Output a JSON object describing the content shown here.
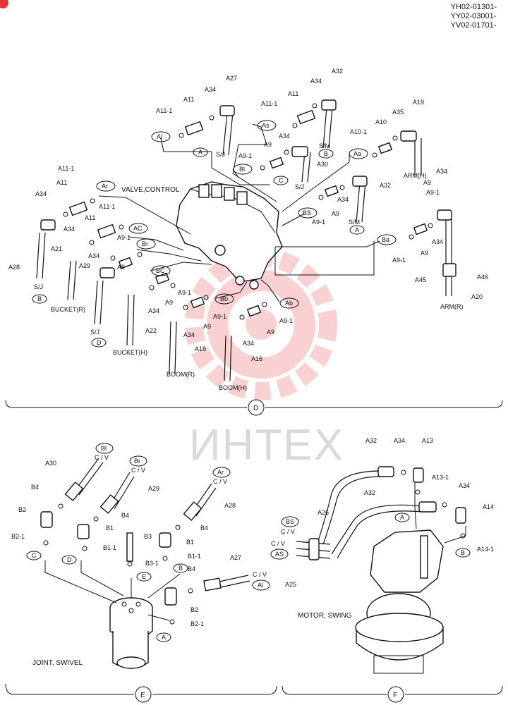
{
  "doc_codes": [
    "YH02-01301-",
    "YY02-03001-",
    "YV02-01701-"
  ],
  "watermark": "ИНТЕХ",
  "brand_color": "#e8323a",
  "panels": {
    "D": {
      "title": "VALVE,CONTROL",
      "circled": "D",
      "part_labels": [
        "A27",
        "A34",
        "A11",
        "A11-1",
        "A32",
        "A34",
        "A11",
        "A11-1",
        "A19",
        "A35",
        "A10",
        "A10-1",
        "A34",
        "A9",
        "A9-1",
        "A30",
        "A32",
        "A34",
        "A9",
        "A9-1",
        "A11-1",
        "A11",
        "A34",
        "A34",
        "A11",
        "A11-1",
        "A9-1",
        "A28",
        "A21",
        "A34",
        "A29",
        "A9",
        "A9",
        "A34",
        "A9-1",
        "A22",
        "A34",
        "A9",
        "A9-1",
        "A34",
        "A9",
        "A9-1",
        "A18",
        "A16",
        "A34",
        "A9",
        "A9-1",
        "A34",
        "A9",
        "A9-1",
        "A45",
        "A46",
        "A20"
      ],
      "port_tags": [
        "Al",
        "As",
        "Bl",
        "Aa",
        "Ar",
        "AC",
        "Br",
        "BC",
        "Bb",
        "Ab",
        "BS",
        "Ba"
      ],
      "ref_tags": [
        "A",
        "B",
        "C",
        "A",
        "B",
        "D"
      ],
      "hose_names": [
        "S/J",
        "S/M",
        "S/J",
        "S/M",
        "ARM(H)",
        "BUCKET(R)",
        "S/J",
        "BUCKET(H)",
        "BOOM(R)",
        "BOOM(H)",
        "ARM(R)"
      ]
    },
    "E": {
      "title": "JOINT, SWIVEL",
      "circled": "E",
      "part_labels": [
        "A30",
        "B4",
        "B2",
        "B2-1",
        "B4",
        "B1",
        "B1-1",
        "B3",
        "B3-1",
        "A29",
        "B4",
        "B1",
        "B1-1",
        "A28",
        "B4",
        "A27",
        "B2",
        "B2-1"
      ],
      "port_tags": [
        "Bl",
        "Br",
        "Ar",
        "Al"
      ],
      "cv": [
        "C / V",
        "C / V",
        "C / V",
        "C / V"
      ],
      "ref_tags": [
        "C",
        "D",
        "E",
        "B",
        "A"
      ]
    },
    "F": {
      "title": "MOTOR, SWING",
      "circled": "F",
      "part_labels": [
        "A32",
        "A34",
        "A13",
        "A13-1",
        "A32",
        "A34",
        "A14",
        "A14-1",
        "A26",
        "A25"
      ],
      "port_tags": [
        "BS",
        "AS"
      ],
      "cv": [
        "C / V",
        "C / V"
      ],
      "ref_tags": [
        "A",
        "B"
      ]
    }
  }
}
